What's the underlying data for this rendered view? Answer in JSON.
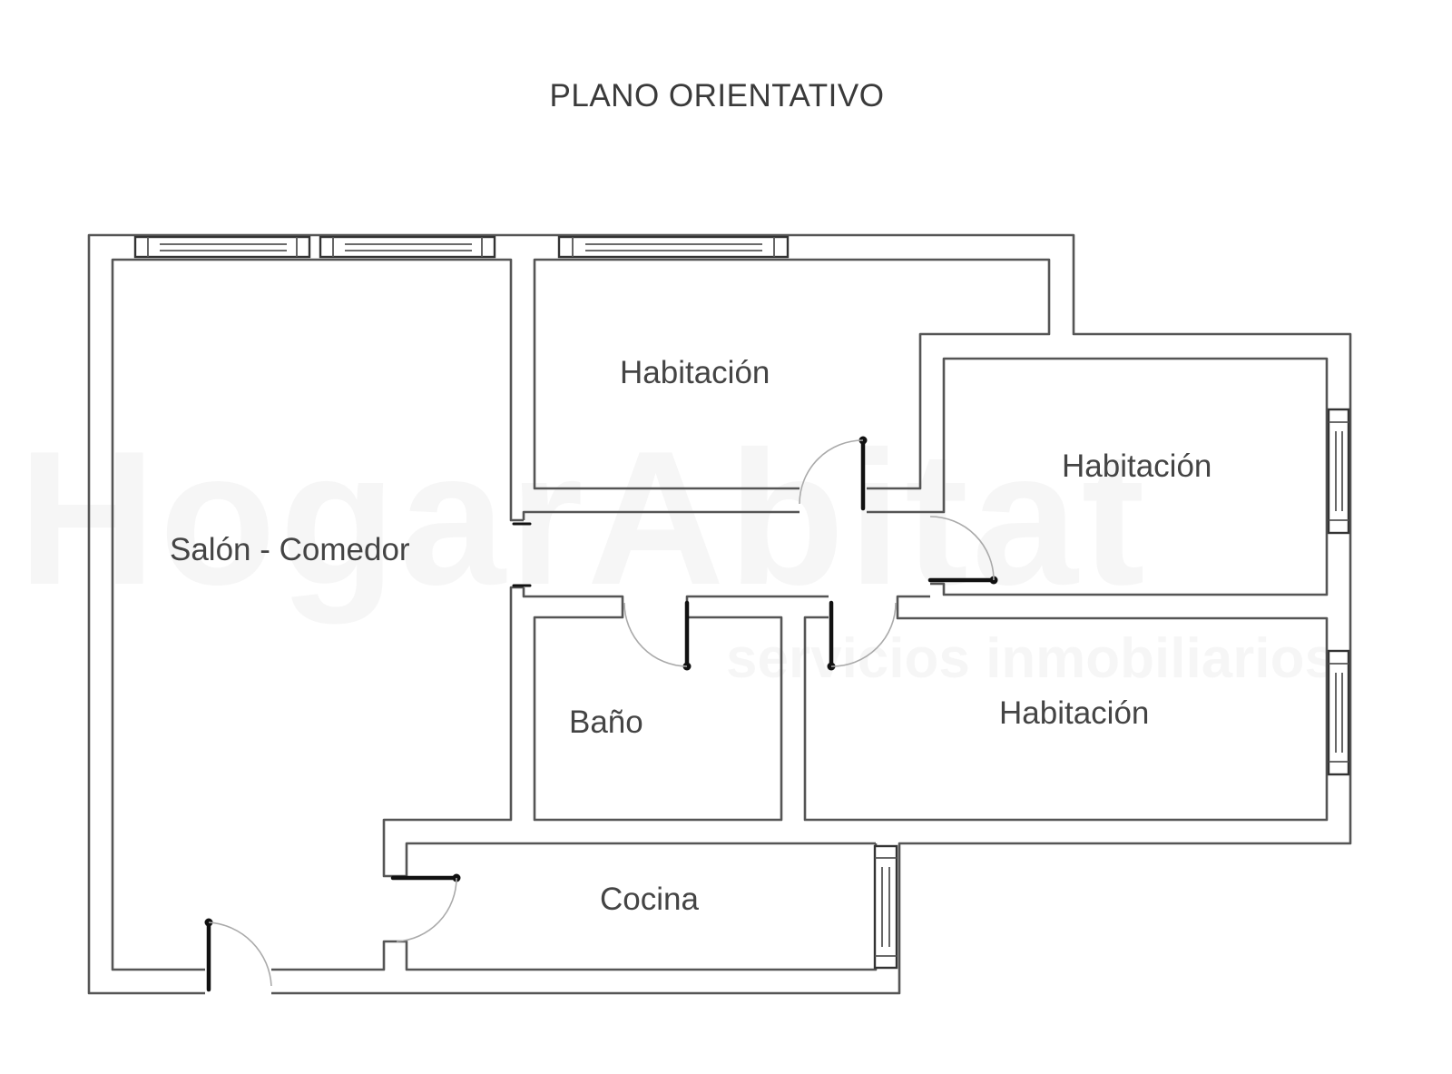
{
  "title": "PLANO ORIENTATIVO",
  "rooms": [
    {
      "id": "salon-comedor",
      "label": "Salón - Comedor"
    },
    {
      "id": "habitacion-1",
      "label": "Habitación"
    },
    {
      "id": "habitacion-2",
      "label": "Habitación"
    },
    {
      "id": "habitacion-3",
      "label": "Habitación"
    },
    {
      "id": "bano",
      "label": "Baño"
    },
    {
      "id": "cocina",
      "label": "Cocina"
    }
  ],
  "watermark": {
    "main": "HogarAbitat",
    "sub": "servicios inmobiliarios"
  },
  "colors": {
    "wall": "#555555",
    "text": "#444444",
    "background": "#ffffff"
  }
}
